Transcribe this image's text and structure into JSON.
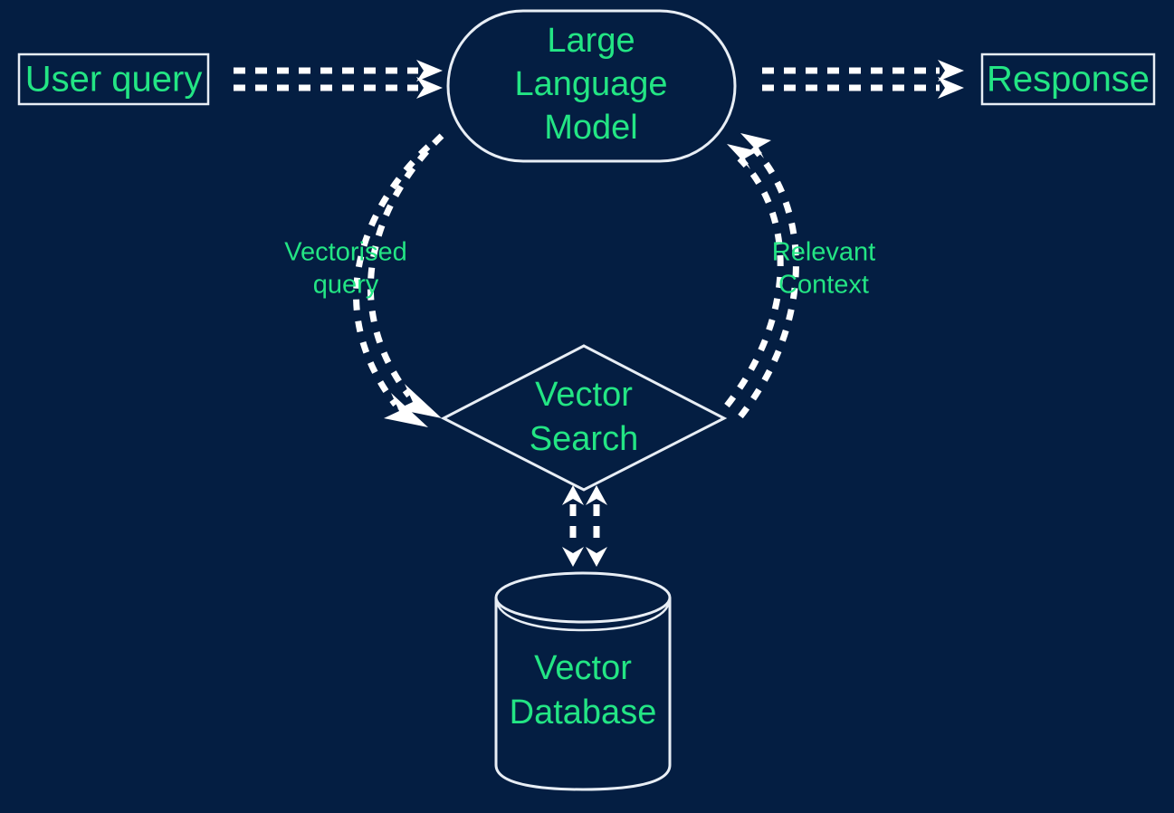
{
  "diagram": {
    "title": "Retrieval Augmented Generation flow",
    "background_color": "#041e42",
    "accent_text_color": "#23e584",
    "line_color": "#ffffff",
    "outline_color": "#e8eef5",
    "nodes": {
      "user_query": {
        "label": "User query",
        "shape": "rectangle"
      },
      "llm": {
        "label_line1": "Large",
        "label_line2": "Language",
        "label_line3": "Model",
        "shape": "stadium"
      },
      "response": {
        "label": "Response",
        "shape": "rectangle"
      },
      "vector_search": {
        "label_line1": "Vector",
        "label_line2": "Search",
        "shape": "diamond"
      },
      "vector_database": {
        "label_line1": "Vector",
        "label_line2": "Database",
        "shape": "cylinder"
      }
    },
    "edges": [
      {
        "id": "query-to-llm",
        "from": "user_query",
        "to": "llm",
        "label": "",
        "style": "dashed",
        "direction": "forward"
      },
      {
        "id": "llm-to-response",
        "from": "llm",
        "to": "response",
        "label": "",
        "style": "dashed",
        "direction": "forward"
      },
      {
        "id": "llm-to-search",
        "from": "llm",
        "to": "vector_search",
        "label_line1": "Vectorised",
        "label_line2": "query",
        "style": "dashed-curve",
        "direction": "forward"
      },
      {
        "id": "search-to-llm",
        "from": "vector_search",
        "to": "llm",
        "label_line1": "Relevant",
        "label_line2": "Context",
        "style": "dashed-curve",
        "direction": "forward"
      },
      {
        "id": "search-to-db",
        "from": "vector_search",
        "to": "vector_database",
        "label": "",
        "style": "dashed",
        "direction": "both"
      }
    ]
  }
}
